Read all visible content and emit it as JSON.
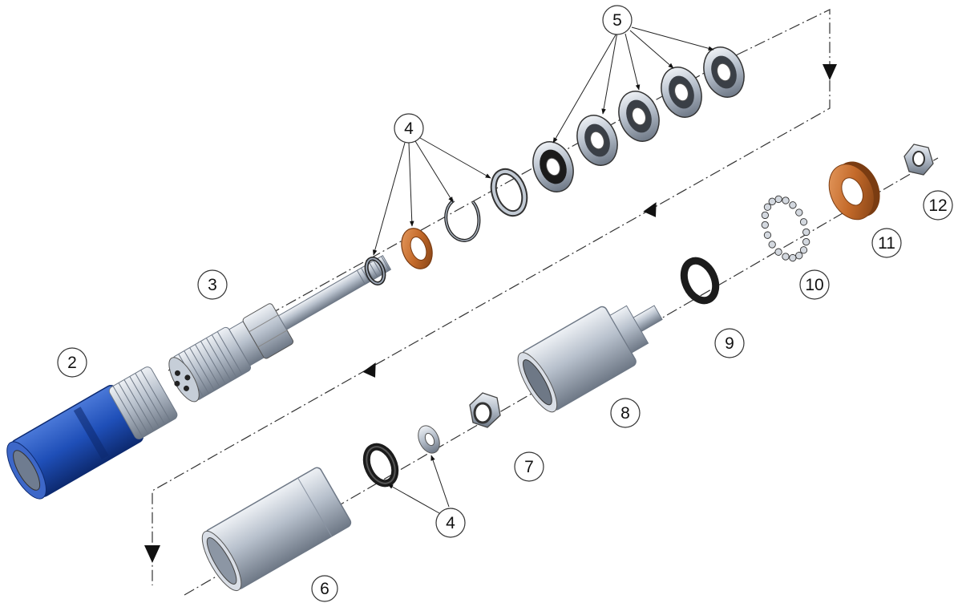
{
  "labels": {
    "part_2": "2",
    "part_3": "3",
    "part_4_top": "4",
    "part_4_bottom": "4",
    "part_5": "5",
    "part_6": "6",
    "part_7": "7",
    "part_8": "8",
    "part_9": "9",
    "part_10": "10",
    "part_11": "11",
    "part_12": "12"
  },
  "colors": {
    "steel": "#b7c0cc",
    "steel_dark": "#6e7886",
    "steel_light": "#e8ecf2",
    "blue_part": "#1f4fb8",
    "blue_dark": "#0d2a70",
    "bronze": "#c46a2a",
    "bronze_dark": "#7a3c12",
    "black_ring": "#222222"
  }
}
